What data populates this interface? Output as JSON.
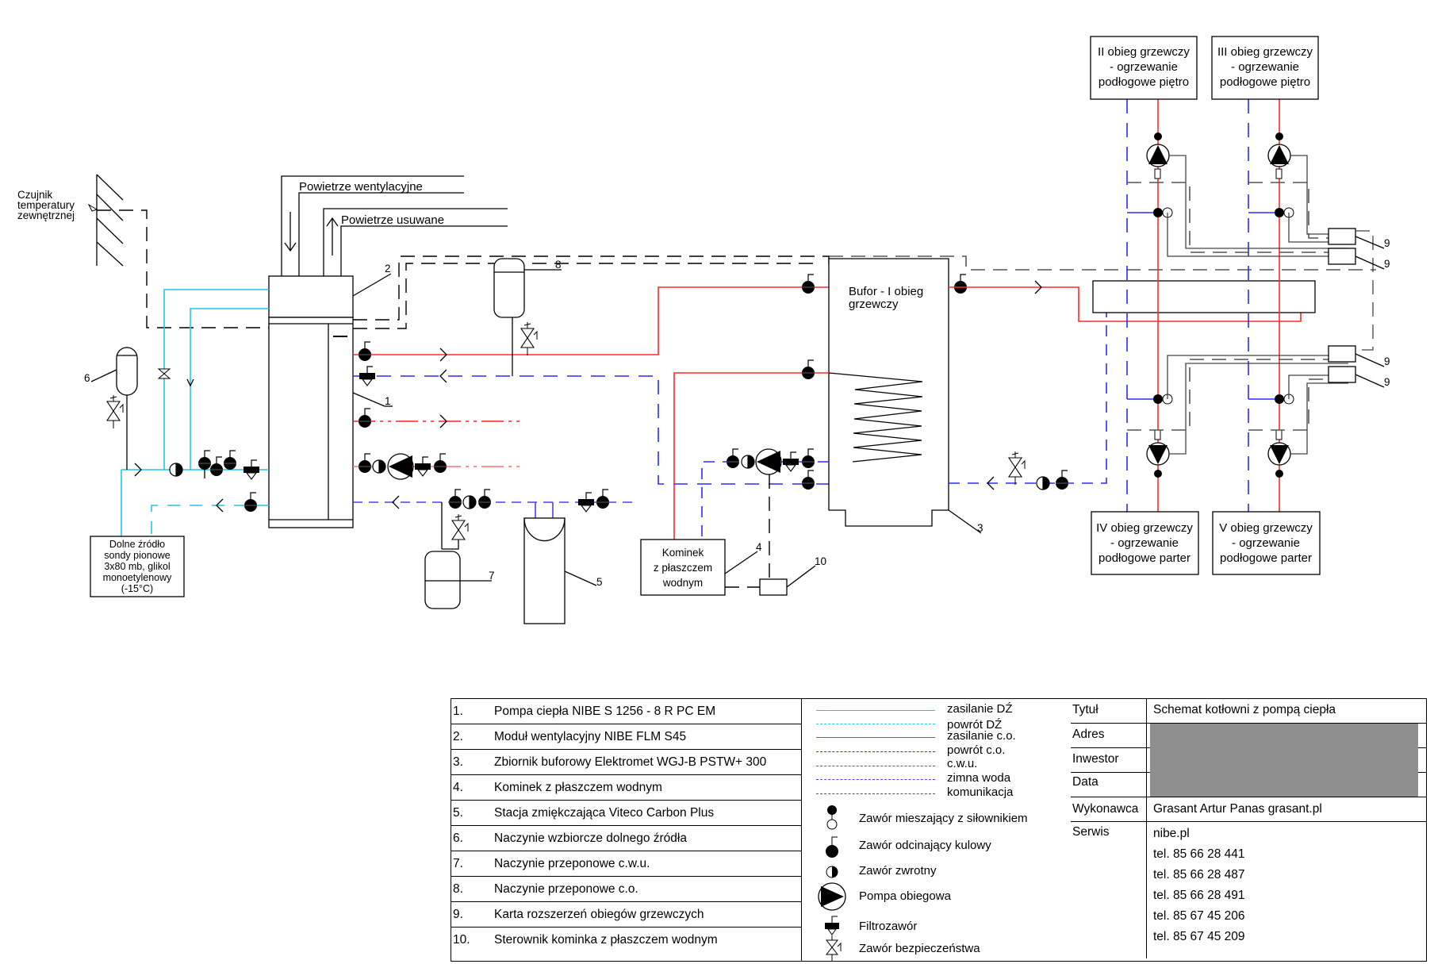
{
  "diagram": {
    "title_labels": {
      "outdoor_sensor": [
        "Czujnik",
        "temperatury",
        "zewnętrznej"
      ],
      "air_in": "Powietrze wentylacyjne",
      "air_out": "Powietrze usuwane",
      "buffer": [
        "Bufor - I obieg",
        "grzewczy"
      ],
      "ground_source": [
        "Dolne źródło",
        "sondy pionowe",
        "3x80 mb, glikol",
        "monoetylenowy",
        "(-15°C)"
      ],
      "fireplace": [
        "Kominek",
        "z płaszczem",
        "wodnym"
      ],
      "circuit_2": [
        "II obieg grzewczy",
        "- ogrzewanie",
        "podłogowe piętro"
      ],
      "circuit_3": [
        "III obieg grzewczy",
        "- ogrzewanie",
        "podłogowe piętro"
      ],
      "circuit_4": [
        "IV obieg grzewczy",
        "- ogrzewanie",
        "podłogowe parter"
      ],
      "circuit_5": [
        "V obieg grzewczy",
        "- ogrzewanie",
        "podłogowe parter"
      ]
    },
    "callouts": [
      "1",
      "2",
      "3",
      "4",
      "5",
      "6",
      "7",
      "8",
      "9",
      "9",
      "9",
      "9",
      "10"
    ]
  },
  "parts_list": [
    {
      "num": "1.",
      "name": "Pompa ciepła NIBE S 1256 - 8 R PC EM"
    },
    {
      "num": "2.",
      "name": "Moduł wentylacyjny NIBE FLM S45"
    },
    {
      "num": "3.",
      "name": "Zbiornik buforowy Elektromet WGJ-B PSTW+ 300"
    },
    {
      "num": "4.",
      "name": "Kominek z płaszczem wodnym"
    },
    {
      "num": "5.",
      "name": "Stacja zmiękczająca Viteco Carbon Plus"
    },
    {
      "num": "6.",
      "name": "Naczynie wzbiorcze dolnego źródła"
    },
    {
      "num": "7.",
      "name": "Naczynie przeponowe c.w.u."
    },
    {
      "num": "8.",
      "name": "Naczynie przeponowe c.o."
    },
    {
      "num": "9.",
      "name": "Karta rozszerzeń obiegów grzewczych"
    },
    {
      "num": "10.",
      "name": "Sterownik kominka z płaszczem wodnym"
    }
  ],
  "legend": {
    "lines": [
      {
        "label": "zasilanie DŹ",
        "color": "#21c4f0",
        "style": "solid"
      },
      {
        "label": "powrót DŹ",
        "color": "#21c4f0",
        "style": "dashed"
      },
      {
        "label": "zasilanie c.o.",
        "color": "#ff2a2a",
        "style": "solid"
      },
      {
        "label": "powrót c.o.",
        "color": "#2b2bff",
        "style": "dashed"
      },
      {
        "label": "c.w.u.",
        "color": "#ff2020",
        "style": "dash-dot"
      },
      {
        "label": "zimna woda",
        "color": "#5a36f0",
        "style": "short-dashed"
      },
      {
        "label": "komunikacja",
        "color": "#555555",
        "style": "dashed"
      }
    ],
    "symbols": [
      {
        "icon": "mixing-valve-actuator-icon",
        "label": "Zawór mieszający z siłownikiem"
      },
      {
        "icon": "ball-valve-icon",
        "label": "Zawór odcinający kulowy"
      },
      {
        "icon": "check-valve-icon",
        "label": "Zawór zwrotny"
      },
      {
        "icon": "circulation-pump-icon",
        "label": "Pompa obiegowa"
      },
      {
        "icon": "filter-valve-icon",
        "label": "Filtrozawór"
      },
      {
        "icon": "safety-valve-icon",
        "label": "Zawór bezpieczeństwa"
      }
    ]
  },
  "info": {
    "title_label": "Tytuł",
    "title_value": "Schemat kotłowni z pompą ciepła",
    "address_label": "Adres",
    "investor_label": "Inwestor",
    "date_label": "Data",
    "contractor_label": "Wykonawca",
    "contractor_value": "Grasant Artur Panas grasant.pl",
    "service_label": "Serwis",
    "service_lines": [
      "nibe.pl",
      "tel. 85 66 28 441",
      "tel. 85 66 28 487",
      "tel. 85 66 28 491",
      "tel. 85 67 45 206",
      "tel. 85 67 45 209"
    ]
  }
}
